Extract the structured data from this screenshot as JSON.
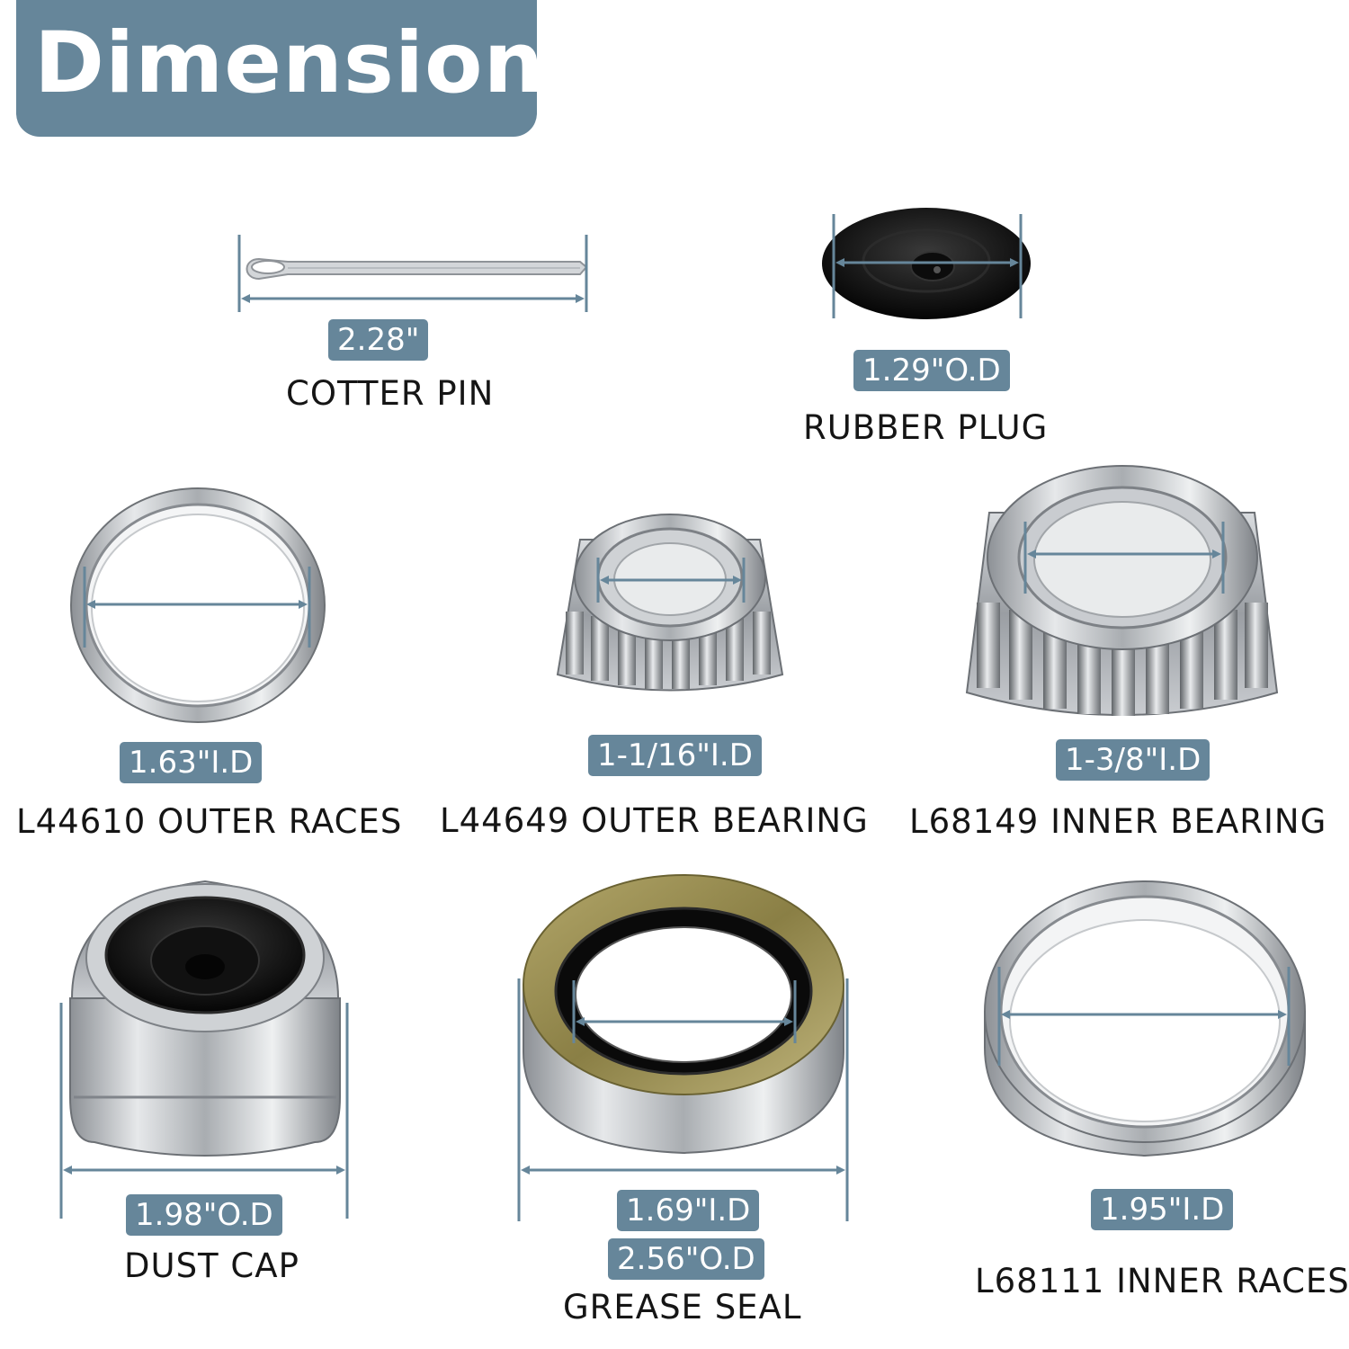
{
  "header": {
    "title": "Dimension"
  },
  "colors": {
    "accent": "#66869a",
    "text": "#151515",
    "background": "#ffffff"
  },
  "parts": {
    "cotter_pin": {
      "name": "COTTER PIN",
      "dims": [
        "2.28\""
      ]
    },
    "rubber_plug": {
      "name": "RUBBER PLUG",
      "dims": [
        "1.29\"O.D"
      ]
    },
    "outer_races": {
      "name": "L44610 OUTER RACES",
      "dims": [
        "1.63\"I.D"
      ]
    },
    "outer_bearing": {
      "name": "L44649 OUTER BEARING",
      "dims": [
        "1-1/16\"I.D"
      ]
    },
    "inner_bearing": {
      "name": "L68149 INNER BEARING",
      "dims": [
        "1-3/8\"I.D"
      ]
    },
    "dust_cap": {
      "name": "DUST CAP",
      "dims": [
        "1.98\"O.D"
      ]
    },
    "grease_seal": {
      "name": "GREASE SEAL",
      "dims": [
        "1.69\"I.D",
        "2.56\"O.D"
      ]
    },
    "inner_races": {
      "name": "L68111 INNER RACES",
      "dims": [
        "1.95\"I.D"
      ]
    }
  }
}
